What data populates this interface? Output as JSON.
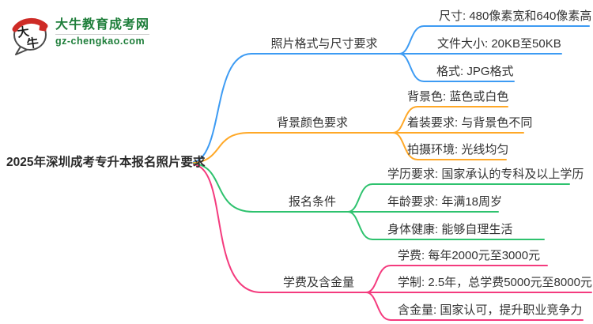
{
  "logo": {
    "mark_char_1": "大",
    "mark_char_2": "牛",
    "site_name": "大牛教育成考网",
    "site_url": "gz-chengkao.com",
    "brand_green": "#1E7E3A",
    "seal_red": "#CE2B26"
  },
  "root": {
    "label": "2025年深圳成考专升本报名照片要求"
  },
  "branches": [
    {
      "label": "照片格式与尺寸要求",
      "color": "#3D9BF3",
      "children": [
        "尺寸: 480像素宽和640像素高",
        "文件大小: 20KB至50KB",
        "格式: JPG格式"
      ]
    },
    {
      "label": "背景颜色要求",
      "color": "#FFA827",
      "children": [
        "背景色: 蓝色或白色",
        "着装要求: 与背景色不同",
        "拍摄环境: 光线均匀"
      ]
    },
    {
      "label": "报名条件",
      "color": "#2EC26E",
      "children": [
        "学历要求: 国家承认的专科及以上学历",
        "年龄要求: 年满18周岁",
        "身体健康: 能够自理生活"
      ]
    },
    {
      "label": "学费及含金量",
      "color": "#F43B7E",
      "children": [
        "学费: 每年2000元至3000元",
        "学制: 2.5年，总学费5000元至8000元",
        "含金量: 国家认可，提升职业竞争力"
      ]
    }
  ]
}
